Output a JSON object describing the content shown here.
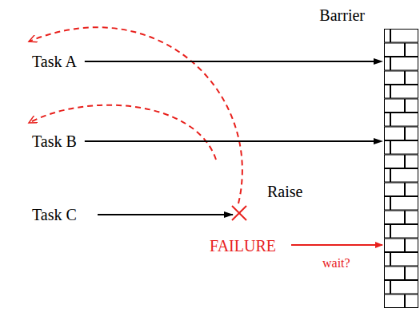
{
  "diagram": {
    "nodes": [
      {
        "text": [
          "Task A"
        ]
      },
      {
        "text": [
          "Task B"
        ]
      },
      {
        "text": [
          "Task C"
        ]
      },
      {
        "text": [
          "Barrier"
        ]
      }
    ],
    "edges": [
      {
        "from": 0,
        "to": 3,
        "arrow": "to"
      },
      {
        "from": 1,
        "to": 3,
        "arrow": "to"
      }
    ],
    "labels": [
      "Raise",
      "FAILURE",
      "wait?"
    ]
  }
}
